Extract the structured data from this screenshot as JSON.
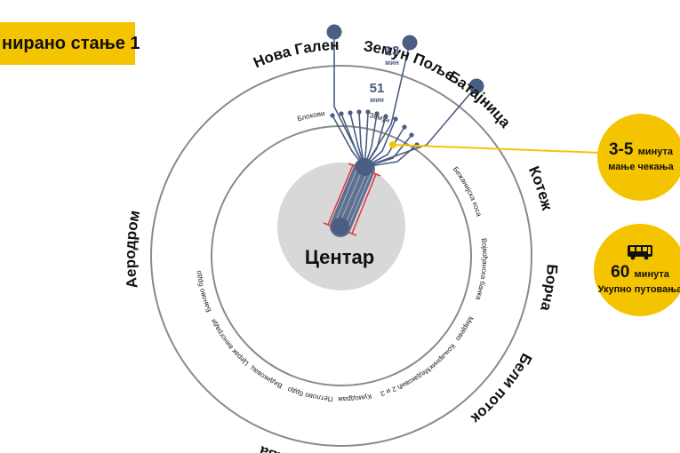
{
  "title": "нирано стање 1",
  "colors": {
    "line": "#4a5d82",
    "ring": "#888888",
    "accent": "#f5c400",
    "red": "#e0353f",
    "center": "#d8d8d8"
  },
  "center_label": "Центар",
  "outer_stations": [
    "Нова Галеника",
    "Земун Поље",
    "Батајница",
    "Котеж",
    "Борча",
    "Бели поток",
    "Пиносава",
    "Аеродром"
  ],
  "inner_stations": [
    "Блокови",
    "Земун",
    "Бежанијска коса",
    "Војвођанска банка",
    "Мирјево",
    "Коњарник",
    "Медаковић 2 и 3",
    "Кумодраж",
    "Петлово брдо",
    "Видиковац",
    "Церак виногради",
    "Баново брдо"
  ],
  "time_13": {
    "value": "13",
    "unit": "мин"
  },
  "time_51": {
    "value": "51",
    "unit": "мин"
  },
  "badge_wait": {
    "value": "3-5",
    "unit": "минута",
    "text": "мање чекања"
  },
  "badge_total": {
    "value": "60",
    "unit": "минута",
    "text": "Укупно путовања",
    "icon": "bus-icon"
  }
}
